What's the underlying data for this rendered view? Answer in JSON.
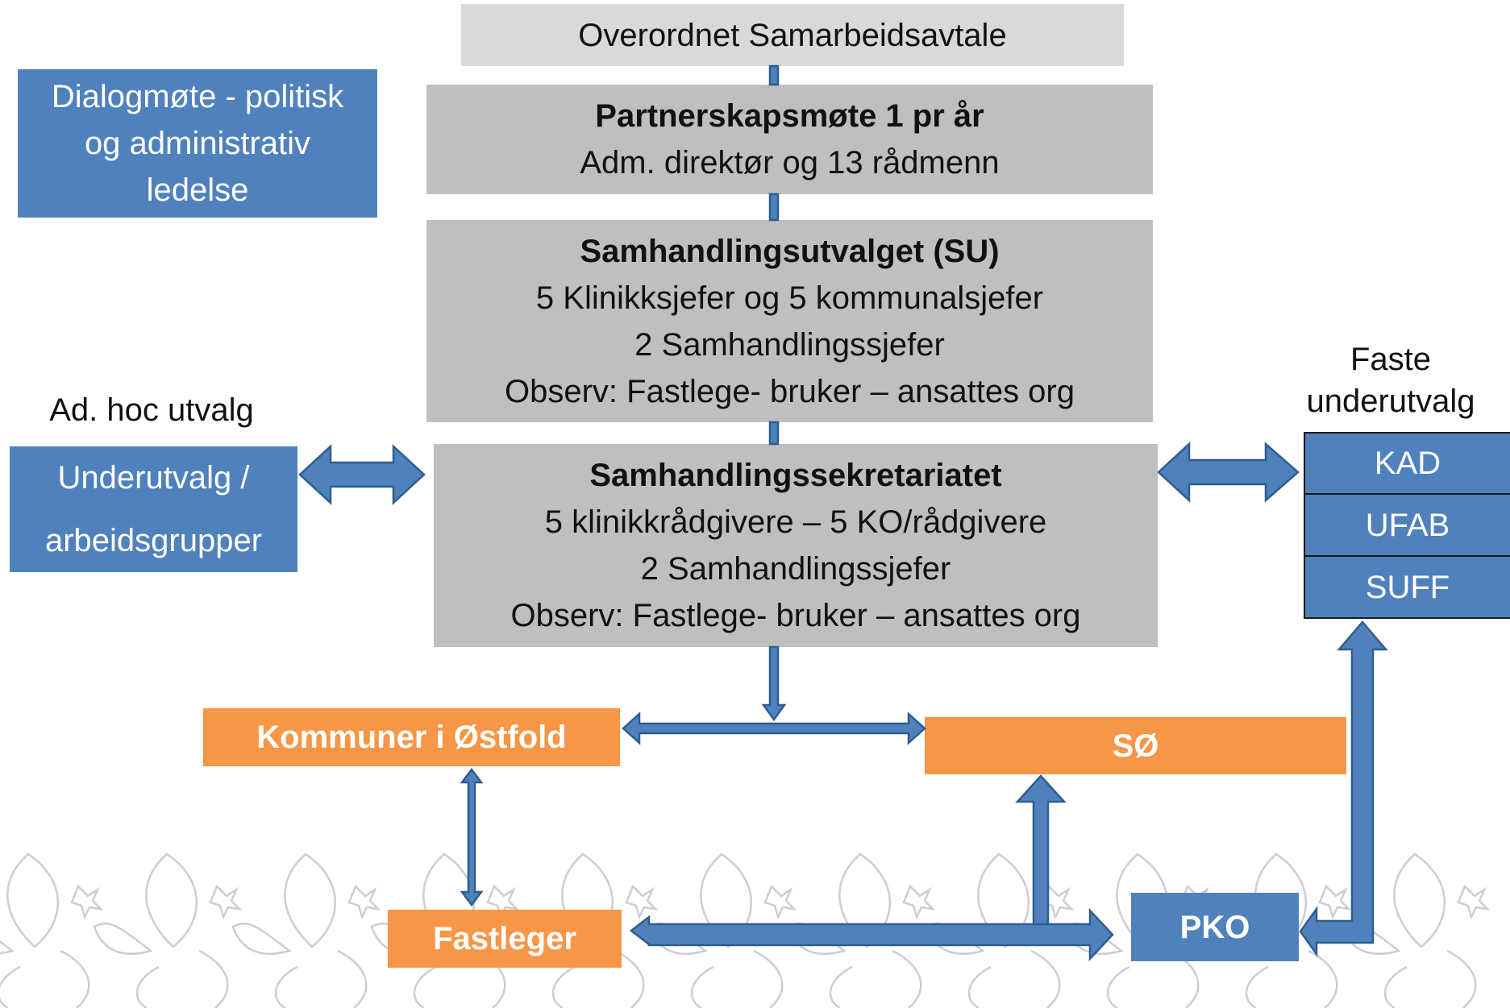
{
  "top_agreement": "Overordnet Samarbeidsavtale",
  "partnership": {
    "title": "Partnerskapsmøte 1 pr år",
    "line1": "Adm. direktør og 13 rådmenn"
  },
  "su": {
    "title": "Samhandlingsutvalget (SU)",
    "lines": [
      "5 Klinikksjefer  og 5 kommunalsjefer",
      "2 Samhandlingssjefer",
      "Observ: Fastlege- bruker – ansattes org"
    ]
  },
  "secretariat": {
    "title": "Samhandlingssekretariatet",
    "lines": [
      "5 klinikkrådgivere – 5 KO/rådgivere",
      "2 Samhandlingssjefer",
      "Observ: Fastlege- bruker – ansattes org"
    ]
  },
  "dialog": {
    "lines": [
      "Dialogmøte - politisk",
      "og administrativ",
      "ledelse"
    ]
  },
  "adhoc": {
    "heading": "Ad. hoc utvalg",
    "lines": [
      "Underutvalg /",
      "arbeidsgrupper"
    ]
  },
  "fixed": {
    "heading_lines": [
      "Faste",
      "underutvalg"
    ],
    "items": [
      "KAD",
      "UFAB",
      "SUFF"
    ]
  },
  "kommuner": "Kommuner i Østfold",
  "so": "SØ",
  "fastleger": "Fastleger",
  "pko": "PKO",
  "colors": {
    "blue": "#4f81bd",
    "orange": "#f79646",
    "gray": "#bfbfbf",
    "light_gray": "#d9d9d9",
    "arrow_fill": "#4f81bd",
    "arrow_stroke": "#2e5d8e"
  }
}
